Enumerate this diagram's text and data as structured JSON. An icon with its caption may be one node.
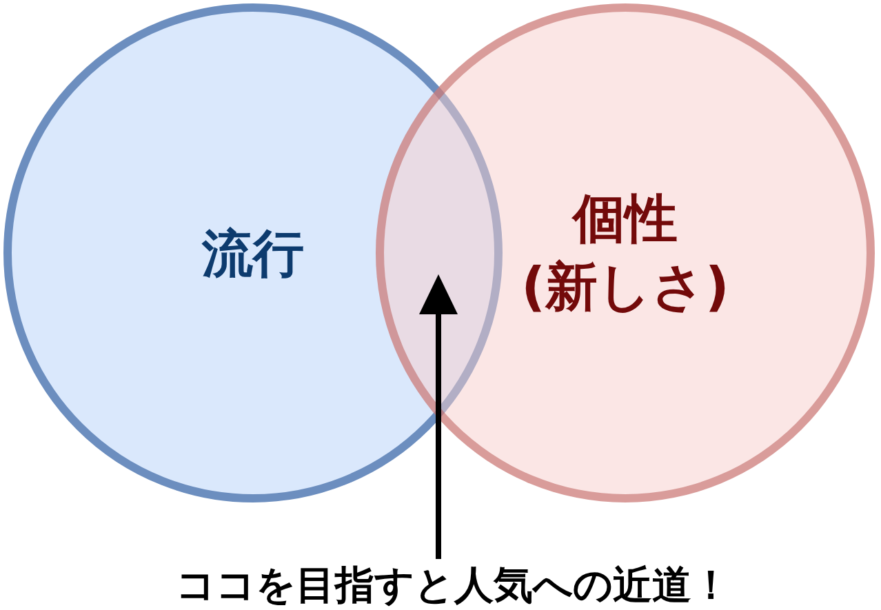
{
  "diagram": {
    "nodes": [
      {
        "text": [
          "流行"
        ]
      },
      {
        "text": [
          "個性",
          "(新しさ)"
        ]
      },
      {
        "text": [
          "ココを目指すと人気への近道！"
        ]
      }
    ],
    "edges": [
      {
        "from": 2,
        "to": 0,
        "arrow": "to"
      },
      {
        "from": 2,
        "to": 1,
        "arrow": "to"
      }
    ]
  }
}
